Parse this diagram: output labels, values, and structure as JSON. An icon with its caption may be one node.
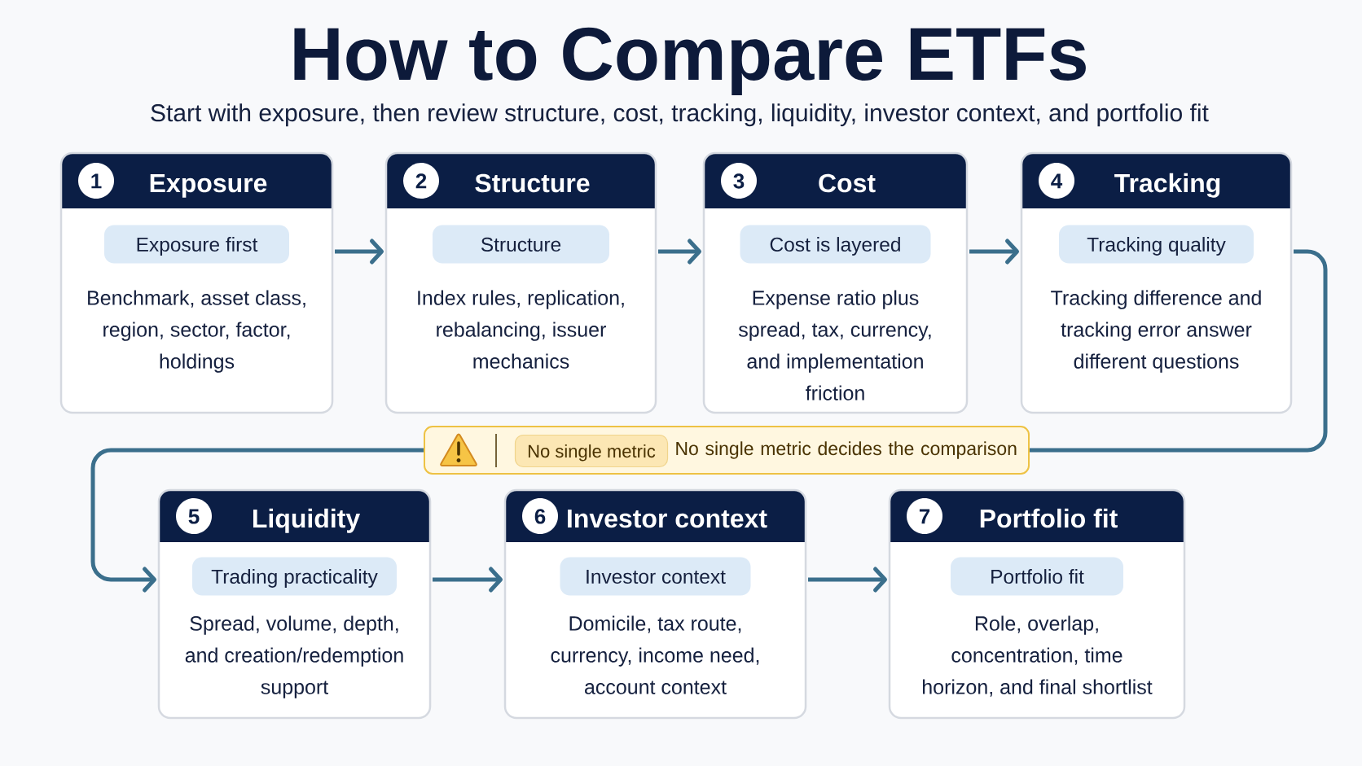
{
  "diagram": {
    "title": "How to Compare ETFs",
    "nodes": [
      {
        "text": [
          "Exposure",
          "Benchmark, asset class, region, sector, factor, holdings"
        ]
      },
      {
        "text": [
          "1"
        ],
        "in": 0
      },
      {
        "text": [
          "Exposure first"
        ],
        "in": 0
      },
      {
        "text": [
          "Structure",
          "Index rules, replication, rebalancing, issuer mechanics"
        ]
      },
      {
        "text": [
          "2"
        ],
        "in": 3
      },
      {
        "text": [
          "Structure"
        ],
        "in": 3
      },
      {
        "text": [
          "Cost",
          "Expense ratio plus spread, tax, currency, and implementation friction"
        ]
      },
      {
        "text": [
          "3"
        ],
        "in": 6
      },
      {
        "text": [
          "Cost is layered"
        ],
        "in": 6
      },
      {
        "text": [
          "Tracking",
          "Tracking difference and tracking error answer different questions"
        ]
      },
      {
        "text": [
          "4"
        ],
        "in": 9
      },
      {
        "text": [
          "Tracking quality"
        ],
        "in": 9
      },
      {
        "text": [
          "No single metric decides the comparison"
        ]
      },
      {
        "text": [
          "No single metric"
        ],
        "in": 12
      },
      {
        "text": [
          "Liquidity",
          "Spread, volume, depth, and creation/redemption support"
        ]
      },
      {
        "text": [
          "5"
        ],
        "in": 14
      },
      {
        "text": [
          "Trading practicality"
        ],
        "in": 14
      },
      {
        "text": [
          "Investor context",
          "Domicile, tax route, currency, income need, account context"
        ]
      },
      {
        "text": [
          "6"
        ],
        "in": 17
      },
      {
        "text": [
          "Investor context"
        ],
        "in": 17
      },
      {
        "text": [
          "Portfolio fit",
          "Role, overlap, concentration, time horizon, and final shortlist"
        ]
      },
      {
        "text": [
          "7"
        ],
        "in": 20
      },
      {
        "text": [
          "Portfolio fit"
        ],
        "in": 20
      }
    ],
    "edges": [
      {
        "from": 0,
        "to": 3,
        "arrow": "to"
      },
      {
        "from": 3,
        "to": 6,
        "arrow": "to"
      },
      {
        "from": 6,
        "to": 9,
        "arrow": "to"
      },
      {
        "from": 9,
        "to": 12,
        "arrow": "none"
      },
      {
        "from": 12,
        "to": 14,
        "arrow": "to"
      },
      {
        "from": 14,
        "to": 17,
        "arrow": "to"
      },
      {
        "from": 17,
        "to": 20,
        "arrow": "to"
      }
    ],
    "labels": [
      "Start with exposure, then review structure, cost, tracking, liquidity, investor context, and portfolio fit"
    ]
  }
}
